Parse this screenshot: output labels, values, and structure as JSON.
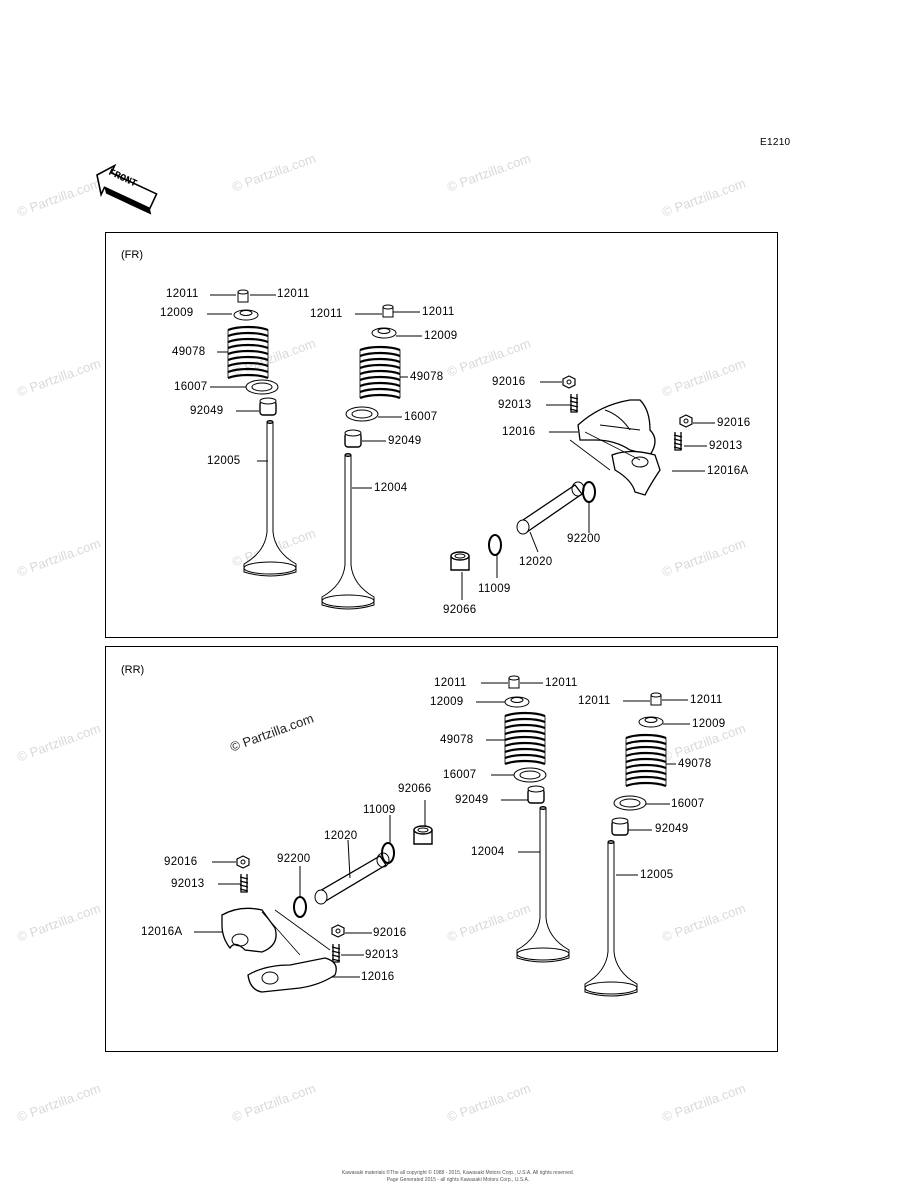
{
  "diagram_id": "E1210",
  "front_label": "FRONT",
  "watermark": "© Partzilla.com",
  "panels": {
    "fr": {
      "title": "(FR)",
      "labels": {
        "c12011a": "12011",
        "c12011b": "12011",
        "c12009a": "12009",
        "c49078a": "49078",
        "c16007a": "16007",
        "c92049a": "92049",
        "c12005": "12005",
        "c12011c": "12011",
        "c12011d": "12011",
        "c12009b": "12009",
        "c49078b": "49078",
        "c16007b": "16007",
        "c92049b": "92049",
        "c12004": "12004",
        "c92016a": "92016",
        "c92013a": "92013",
        "c12016": "12016",
        "c92016b": "92016",
        "c92013b": "92013",
        "c12016A": "12016A",
        "c92200": "92200",
        "c12020": "12020",
        "c11009": "11009",
        "c92066": "92066"
      }
    },
    "rr": {
      "title": "(RR)",
      "labels": {
        "c12011a": "12011",
        "c12011b": "12011",
        "c12009a": "12009",
        "c49078a": "49078",
        "c16007a": "16007",
        "c92049a": "92049",
        "c12004": "12004",
        "c12011c": "12011",
        "c12011d": "12011",
        "c12009b": "12009",
        "c49078b": "49078",
        "c16007b": "16007",
        "c92049b": "92049",
        "c12005": "12005",
        "c92066": "92066",
        "c11009": "11009",
        "c12020": "12020",
        "c92200": "92200",
        "c92016a": "92016",
        "c92013a": "92013",
        "c12016A": "12016A",
        "c92016b": "92016",
        "c92013b": "92013",
        "c12016": "12016"
      }
    }
  },
  "footer": {
    "line1": "Kawasaki materials ©The all copyright © 1988 - 2015, Kawasaki Motors Corp., U.S.A. All rights reserved.",
    "line2": "Page Generated 2015 - all rights Kawasaki Motors Corp., U.S.A."
  }
}
